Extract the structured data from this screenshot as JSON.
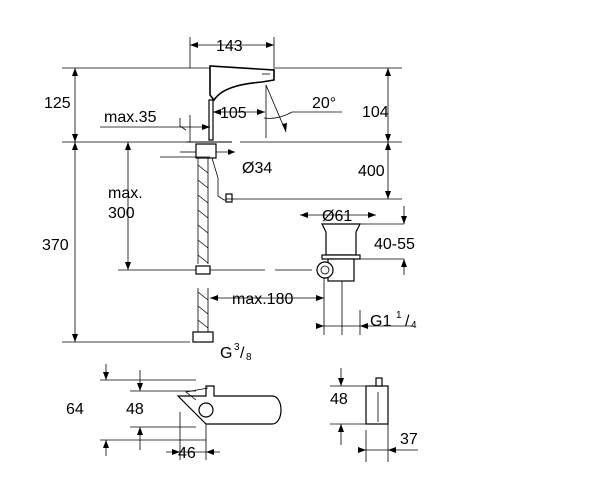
{
  "dims": {
    "d143": "143",
    "d125": "125",
    "d105": "105",
    "d20deg": "20°",
    "d104": "104",
    "max35": "max.35",
    "d34": "Ø34",
    "d400": "400",
    "max": "max.",
    "d300": "300",
    "d370": "370",
    "d61": "Ø61",
    "d4055": "40-55",
    "max180": "max.180",
    "g1": "G1",
    "g1_num": "1",
    "g1_den": "4",
    "g3": "G",
    "g3_num": "3",
    "g3_den": "8",
    "d64": "64",
    "d48a": "48",
    "d46": "46",
    "d48b": "48",
    "d37": "37"
  }
}
